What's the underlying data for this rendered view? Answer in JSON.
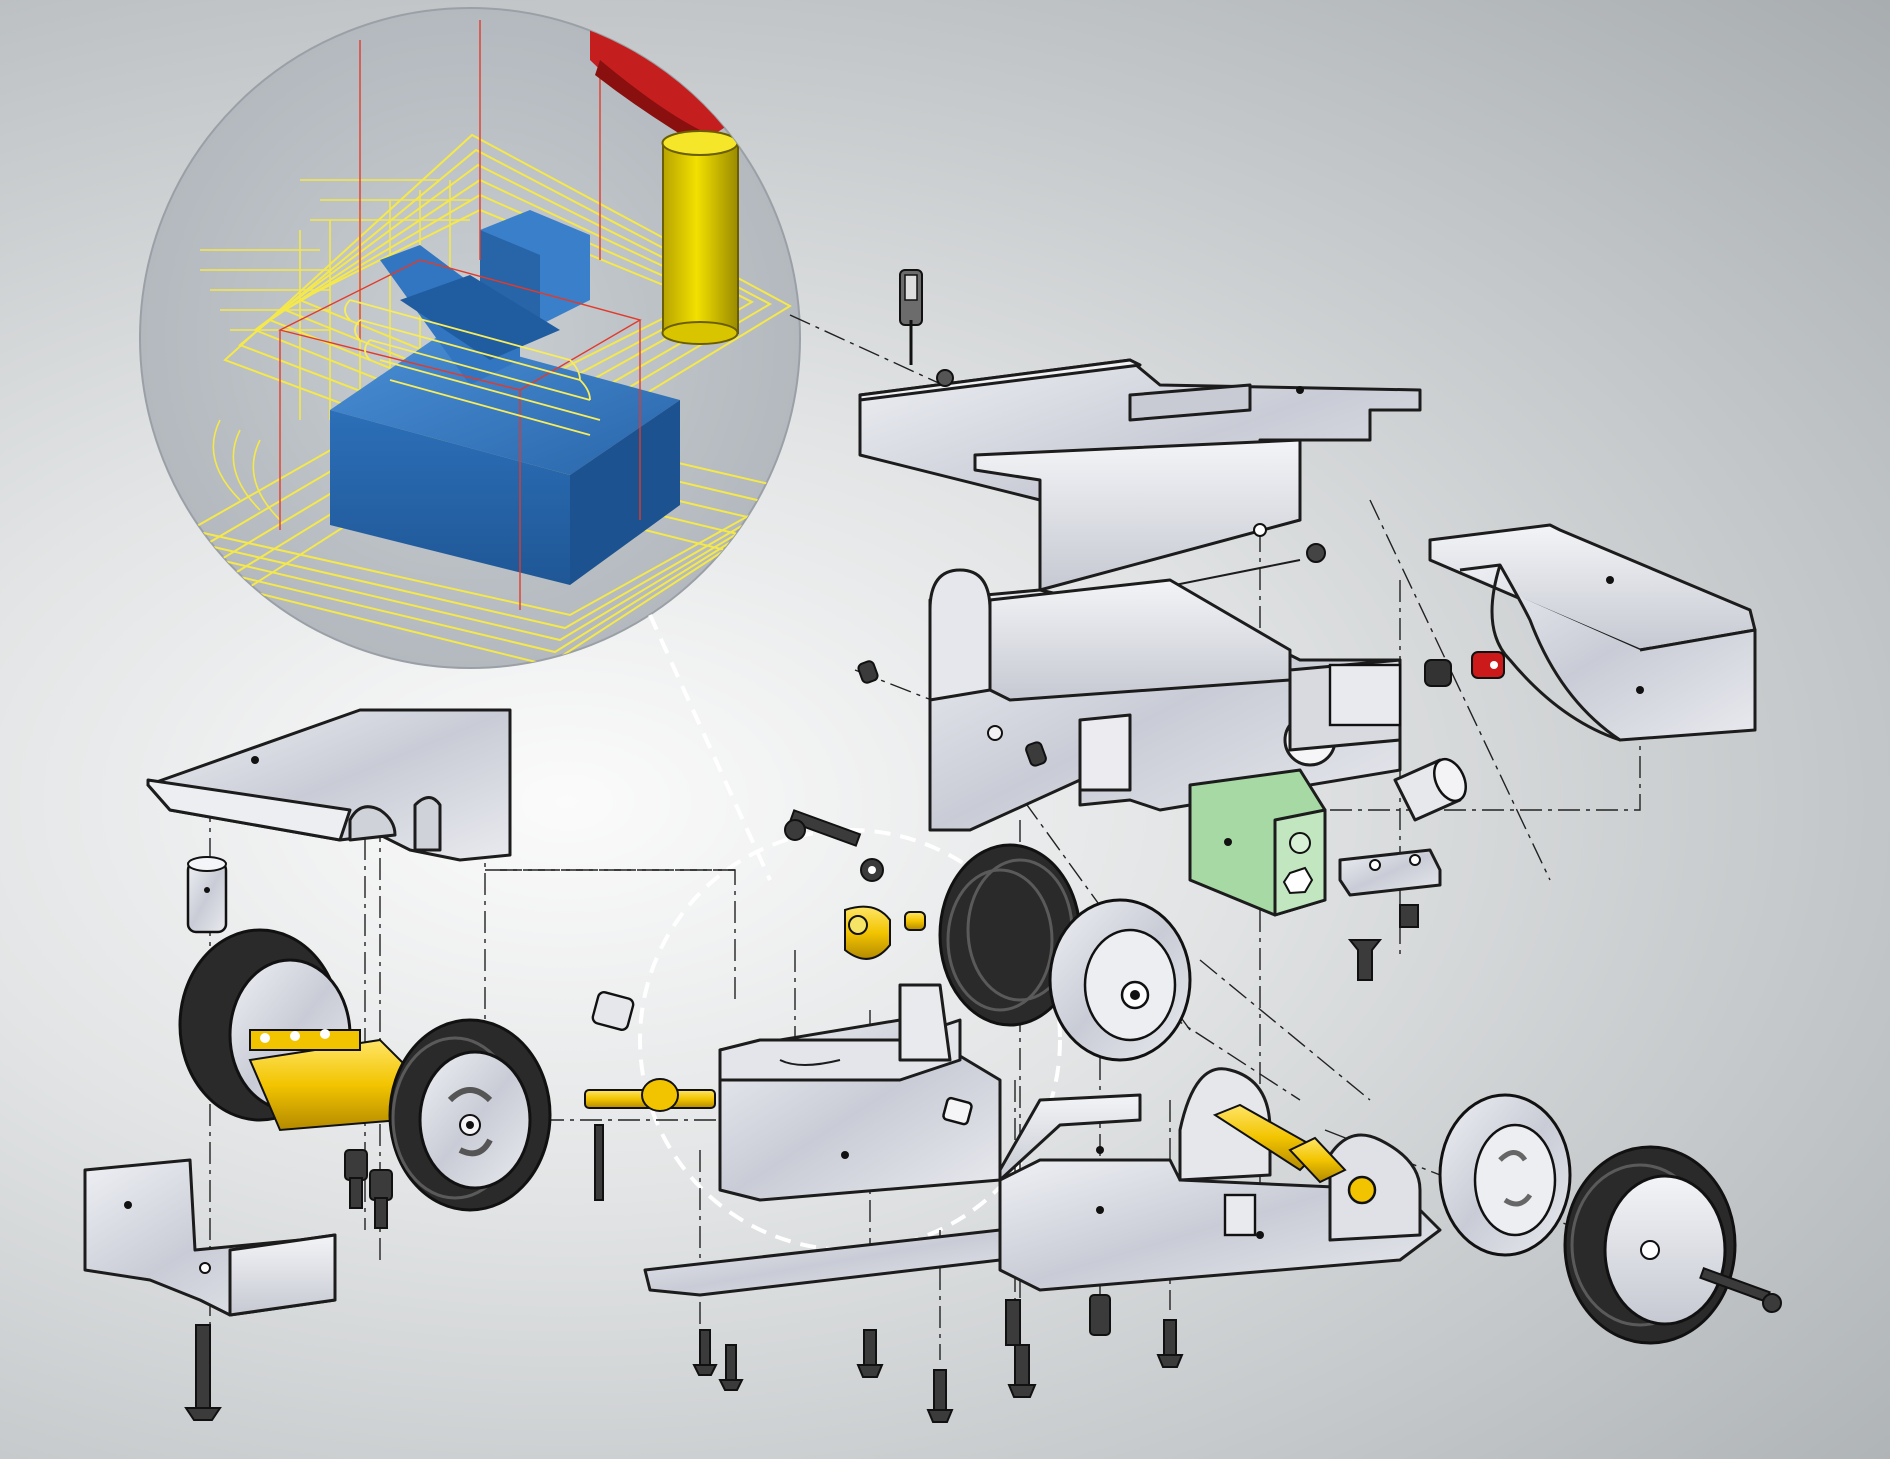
{
  "colors": {
    "background_center": "#fbfbfb",
    "background_edge": "#a8adb0",
    "part_metal": "#d7d9e0",
    "part_yellow": "#f2c400",
    "part_green": "#a6d9a4",
    "part_red": "#cc1a1a",
    "tire_black": "#2a2a2a",
    "inset_stock_blue": "#2f6fb5",
    "inset_tool_yellow": "#e2cc00",
    "inset_toolpath": "#f5e84a"
  },
  "icons": [
    "magnifier-callout",
    "cutting-tool",
    "toolpath-lines",
    "milled-block",
    "screw",
    "wheel",
    "axle",
    "motor-block"
  ],
  "diagram": {
    "kind": "exploded-assembly",
    "callout": "detail-circle-to-cam-toolpath-inset"
  }
}
